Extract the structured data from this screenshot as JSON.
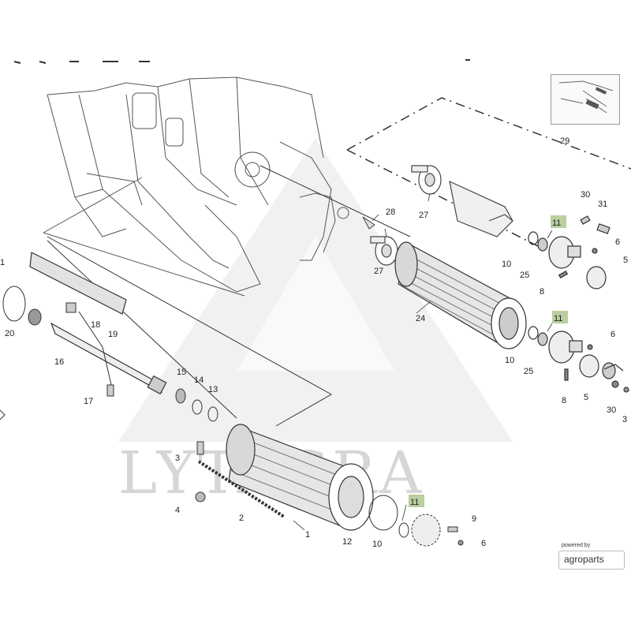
{
  "watermark": {
    "text": "LYTAGRA"
  },
  "branding": {
    "powered_by": "powered by",
    "name": "agroparts"
  },
  "callouts": {
    "c1": "1",
    "c2": "2",
    "c3": "3",
    "c4": "4",
    "c5": "5",
    "c6": "6",
    "c8": "8",
    "c9": "9",
    "c10": "10",
    "c11": "11",
    "c12": "12",
    "c13": "13",
    "c14": "14",
    "c15": "15",
    "c16": "16",
    "c17": "17",
    "c18": "18",
    "c19": "19",
    "c20": "20",
    "c24": "24",
    "c25": "25",
    "c27": "27",
    "c28": "28",
    "c29": "29",
    "c30": "30",
    "c31": "31"
  },
  "colors": {
    "line": "#444444",
    "highlight": "#b9cf9e",
    "watermark": "#d6d6d6"
  }
}
